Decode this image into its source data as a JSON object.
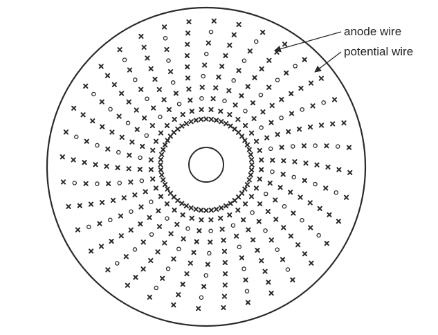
{
  "labels": {
    "anode": "anode wire",
    "potential": "potential wire"
  },
  "colors": {
    "ink": "#2a2a2a",
    "background": "#ffffff"
  },
  "wire_symbols": {
    "anode": "circle",
    "potential": "cross"
  }
}
